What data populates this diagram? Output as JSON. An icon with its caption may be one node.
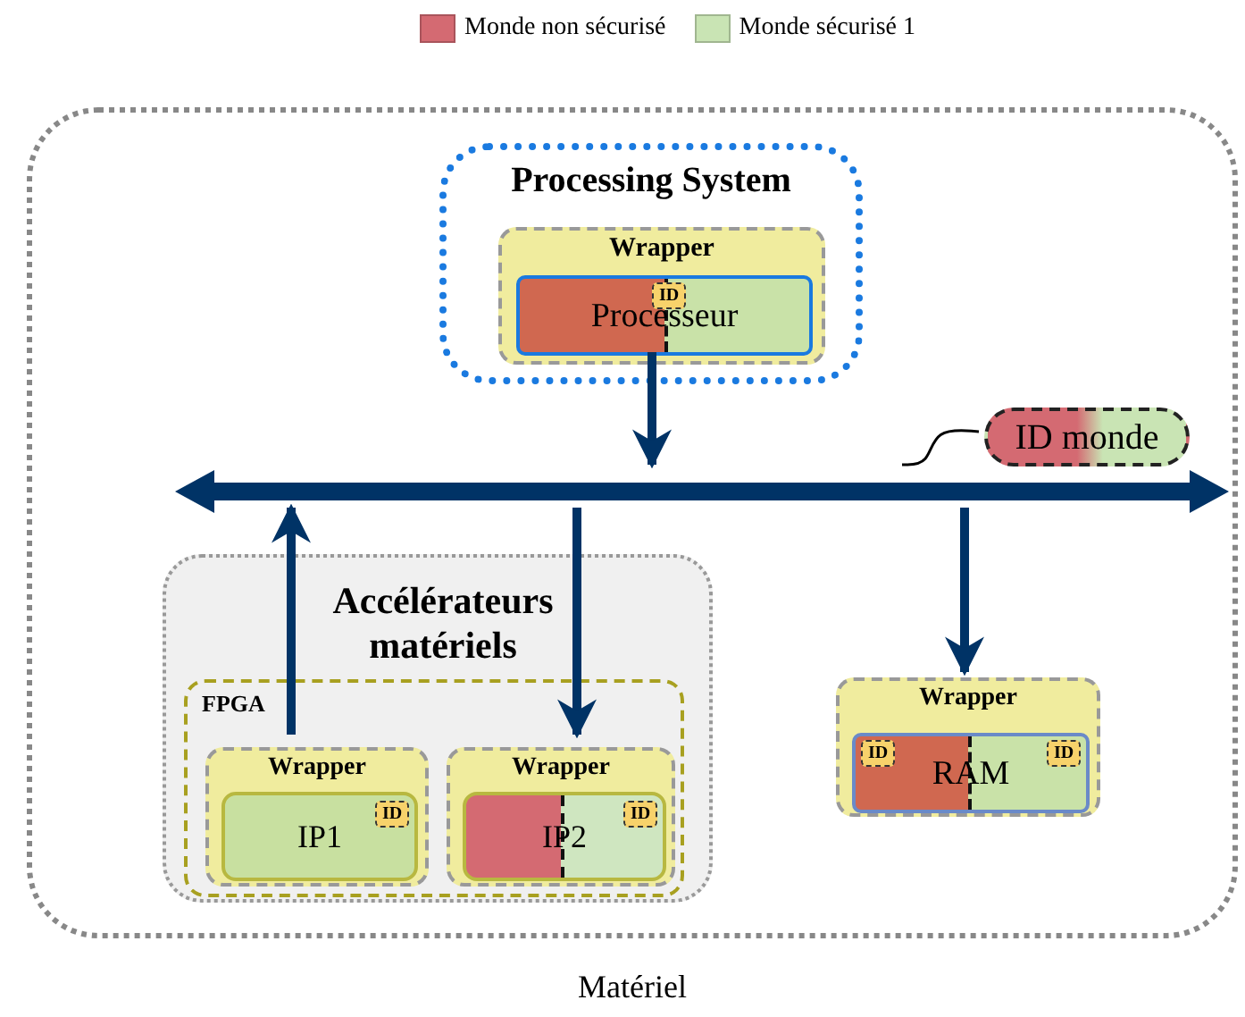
{
  "diagram": {
    "nodes": [
      {
        "text": [
          "Matériel"
        ]
      },
      {
        "text": [
          "Processing System"
        ],
        "in": 0
      },
      {
        "text": [
          "Wrapper"
        ],
        "in": 1
      },
      {
        "text": [
          "Processeur"
        ],
        "in": 2
      },
      {
        "text": [
          "ID"
        ],
        "in": 3
      },
      {
        "text": [],
        "shape": "bar",
        "in": 0
      },
      {
        "text": [
          "ID monde"
        ],
        "in": 0
      },
      {
        "text": [
          "Accélérateurs matériels"
        ],
        "in": 0
      },
      {
        "text": [
          "FPGA"
        ],
        "in": 7
      },
      {
        "text": [
          "Wrapper"
        ],
        "in": 8
      },
      {
        "text": [
          "IP1"
        ],
        "in": 9
      },
      {
        "text": [
          "ID"
        ],
        "in": 10
      },
      {
        "text": [
          "Wrapper"
        ],
        "in": 8
      },
      {
        "text": [
          "IP2"
        ],
        "in": 12
      },
      {
        "text": [
          "ID"
        ],
        "in": 13
      },
      {
        "text": [
          "Wrapper"
        ],
        "in": 0
      },
      {
        "text": [
          "RAM"
        ],
        "in": 15
      },
      {
        "text": [
          "ID"
        ],
        "in": 16
      },
      {
        "text": [
          "ID"
        ],
        "in": 16
      }
    ],
    "edges": [
      {
        "from": 2,
        "to": 5,
        "arrow": "to"
      },
      {
        "from": 9,
        "to": 5,
        "arrow": "to"
      },
      {
        "from": 5,
        "to": 12,
        "arrow": "to"
      },
      {
        "from": 5,
        "to": 15,
        "arrow": "to"
      },
      {
        "from": 6,
        "to": 5,
        "arrow": "none",
        "color": "#000000"
      }
    ],
    "legend": [
      {
        "text": "Monde non sécurisé",
        "color": "#d46a72"
      },
      {
        "text": "Monde sécurisé 1",
        "color": "#c9e4b4"
      }
    ]
  }
}
